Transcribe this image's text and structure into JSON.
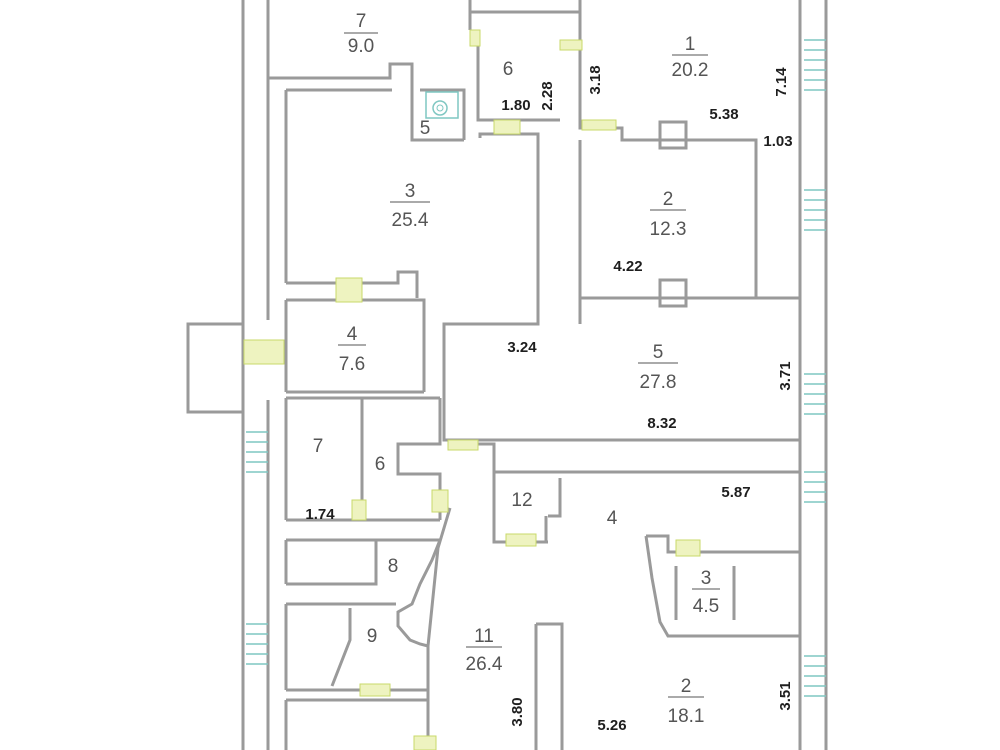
{
  "rooms": [
    {
      "id": "r7top",
      "number": "7",
      "area": "9.0"
    },
    {
      "id": "r6top",
      "number": "6",
      "area": ""
    },
    {
      "id": "r5wc",
      "number": "5",
      "area": ""
    },
    {
      "id": "r1",
      "number": "1",
      "area": "20.2"
    },
    {
      "id": "r3big",
      "number": "3",
      "area": "25.4"
    },
    {
      "id": "r2top",
      "number": "2",
      "area": "12.3"
    },
    {
      "id": "r4small",
      "number": "4",
      "area": "7.6"
    },
    {
      "id": "r5big",
      "number": "5",
      "area": "27.8"
    },
    {
      "id": "r7mid",
      "number": "7",
      "area": ""
    },
    {
      "id": "r6mid",
      "number": "6",
      "area": ""
    },
    {
      "id": "r12",
      "number": "12",
      "area": ""
    },
    {
      "id": "r4mid",
      "number": "4",
      "area": ""
    },
    {
      "id": "r3small",
      "number": "3",
      "area": "4.5"
    },
    {
      "id": "r8",
      "number": "8",
      "area": ""
    },
    {
      "id": "r9",
      "number": "9",
      "area": ""
    },
    {
      "id": "r11",
      "number": "11",
      "area": "26.4"
    },
    {
      "id": "r2bottom",
      "number": "2",
      "area": "18.1"
    }
  ],
  "dimensions": [
    "2.28",
    "3.18",
    "7.14",
    "1.80",
    "5.38",
    "1.03",
    "4.22",
    "3.24",
    "3.71",
    "8.32",
    "5.87",
    "1.74",
    "3.80",
    "5.26",
    "3.51"
  ]
}
